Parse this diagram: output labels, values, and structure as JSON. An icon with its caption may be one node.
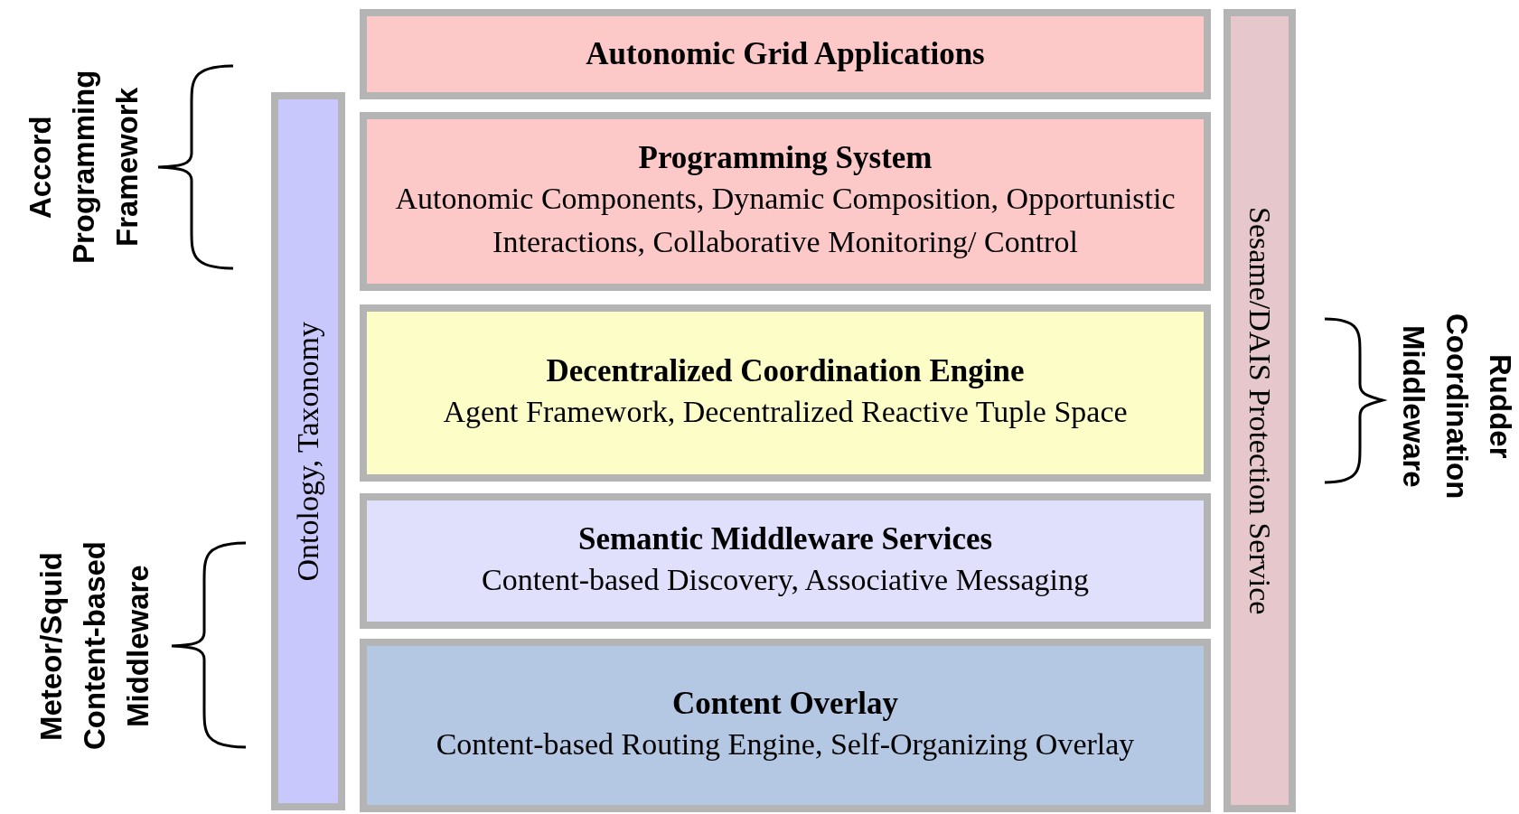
{
  "diagram": {
    "nodes": [
      {
        "text": [
          "Autonomic Grid Applications"
        ]
      },
      {
        "text": [
          "Programming System",
          "Autonomic Components, Dynamic Composition, Opportunistic Interactions, Collaborative Monitoring/ Control"
        ]
      },
      {
        "text": [
          "Decentralized Coordination Engine",
          "Agent Framework, Decentralized Reactive Tuple Space"
        ]
      },
      {
        "text": [
          "Semantic Middleware Services",
          "Content-based Discovery, Associative Messaging"
        ]
      },
      {
        "text": [
          "Content Overlay",
          "Content-based Routing Engine, Self-Organizing Overlay"
        ]
      },
      {
        "text": [
          "Ontology, Taxonomy"
        ]
      },
      {
        "text": [
          "Sesame/DAIS Protection Service"
        ]
      }
    ],
    "edges": [],
    "labels": [
      "Accord Programming Framework",
      "Rudder Coordination Middleware",
      "Meteor/Squid Content-based Middleware"
    ]
  }
}
